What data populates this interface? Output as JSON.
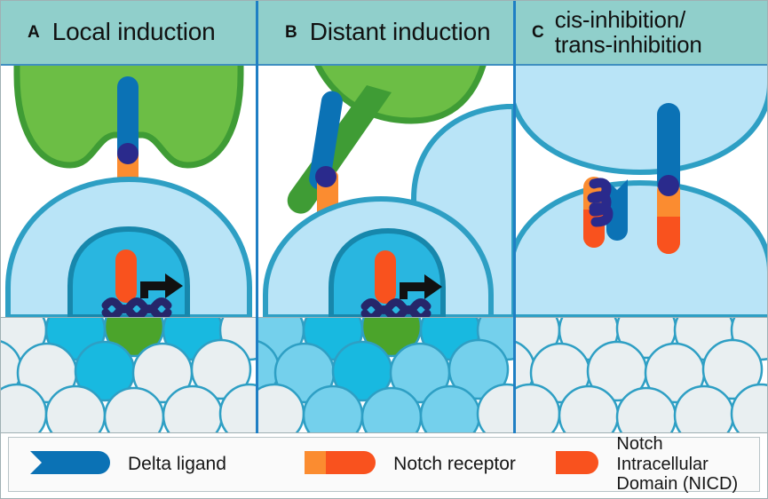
{
  "figure": {
    "background": "#ffffff",
    "frame_color": "#9fb0b4",
    "header_bg": "#90cfcb",
    "divider_color": "#1f7fc4"
  },
  "panels": [
    {
      "tag": "A",
      "title": "Local induction",
      "signal_cell_color": "#6cbe45",
      "signal_cell_outline": "#3f9c35",
      "receiving_cell_color": "#b9e4f7",
      "receiving_cell_outline": "#2e9fc4",
      "nucleus_color": "#29b6e0",
      "nucleus_outline": "#1787ac"
    },
    {
      "tag": "B",
      "title": "Distant induction",
      "signal_cell_color": "#6cbe45",
      "signal_cell_outline": "#3f9c35",
      "receiving_cell_color": "#b9e4f7",
      "receiving_cell_outline": "#2e9fc4",
      "nucleus_color": "#29b6e0",
      "nucleus_outline": "#1787ac"
    },
    {
      "tag": "C",
      "title_line1": "cis-inhibition/",
      "title_line2": "trans-inhibition",
      "cell_color": "#b9e4f7",
      "cell_outline": "#2e9fc4"
    }
  ],
  "molecules": {
    "delta_ligand_color": "#0b72b5",
    "notch_receptor_light": "#fb8c30",
    "notch_receptor_dark": "#f9521e",
    "nicd_color": "#f9521e",
    "binding_blob_color": "#2a2a8c",
    "dna_color": "#26266a",
    "arrow_color": "#111111"
  },
  "tissue": {
    "circle_outline": "#2e9fc4",
    "pale_fill": "#e9eff1",
    "cyan_fill": "#18b9e0",
    "light_blue_fill": "#74d0ec",
    "green_fill": "#4ba42b",
    "panel_a_note": "one green cell with three cyan neighbours",
    "panel_b_note": "green cell with many cyan and light-blue cells",
    "panel_c_note": "all pale cells, no induction"
  },
  "legend": {
    "items": [
      {
        "icon": "delta-ligand-icon",
        "label": "Delta ligand",
        "color": "#0b72b5"
      },
      {
        "icon": "notch-receptor-icon",
        "label": "Notch receptor",
        "color_light": "#fb8c30",
        "color_dark": "#f9521e"
      },
      {
        "icon": "nicd-icon",
        "label_line1": "Notch Intracellular",
        "label_line2": "Domain (NICD)",
        "color": "#f9521e"
      }
    ]
  }
}
